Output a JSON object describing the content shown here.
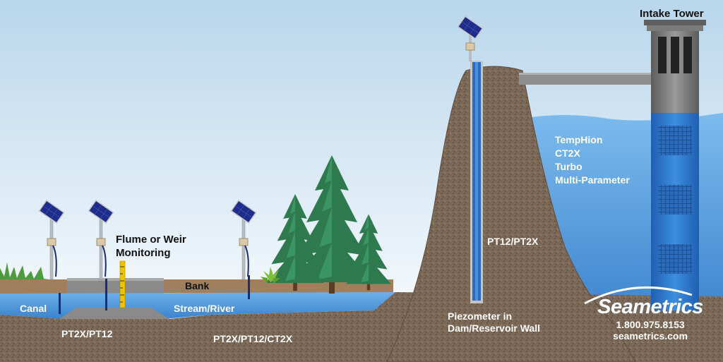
{
  "labels": {
    "intake_tower": "Intake Tower",
    "flume_weir": [
      "Flume or Weir",
      "Monitoring"
    ],
    "bank": "Bank",
    "canal": "Canal",
    "stream_river": "Stream/River",
    "pt2x_pt12": "PT2X/PT12",
    "pt2x_pt12_ct2x": "PT2X/PT12/CT2X",
    "pt12_pt2x": "PT12/PT2X",
    "piezometer": [
      "Piezometer in",
      "Dam/Reservoir Wall"
    ],
    "reservoir_sensors": [
      "TempHion",
      "CT2X",
      "Turbo",
      "Multi-Parameter"
    ]
  },
  "brand": {
    "name": "Seametrics",
    "phone": "1.800.975.8153",
    "website": "seametrics.com"
  },
  "colors": {
    "sky_top": "#b9d6ec",
    "sky_bottom": "#ffffff",
    "water": "#3f86d0",
    "water_light": "#6fb0ec",
    "earth": "#7b6856",
    "bank": "#a0805c",
    "tree": "#2e7a4e",
    "concrete": "#8a8a8a",
    "gauge": "#f2c200"
  }
}
